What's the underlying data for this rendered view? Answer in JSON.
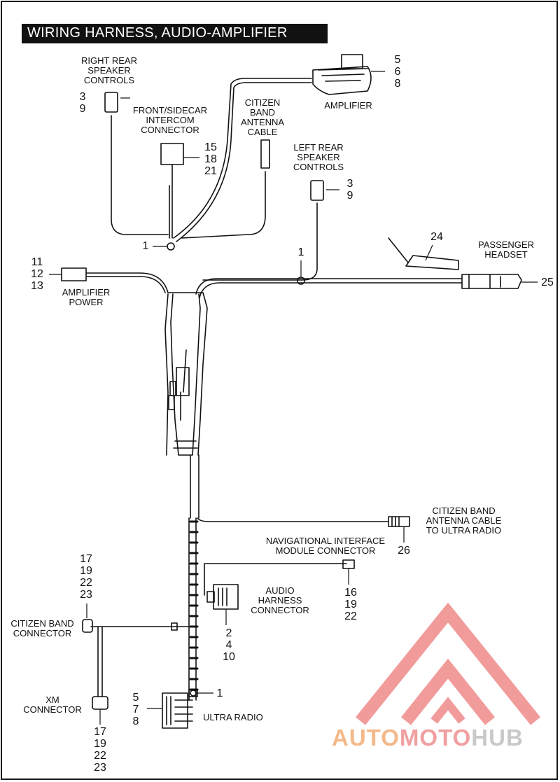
{
  "title": "WIRING HARNESS, AUDIO-AMPLIFIER",
  "labels": {
    "right_rear_speaker": "RIGHT REAR\nSPEAKER\nCONTROLS",
    "front_sidecar": "FRONT/SIDECAR\nINTERCOM\nCONNECTOR",
    "cb_antenna_cable": "CITIZEN\nBAND\nANTENNA\nCABLE",
    "amplifier": "AMPLIFIER",
    "left_rear_speaker": "LEFT REAR\nSPEAKER\nCONTROLS",
    "passenger_headset": "PASSENGER\nHEADSET",
    "amplifier_power": "AMPLIFIER\nPOWER",
    "cb_to_ultra": "CITIZEN BAND\nANTENNA CABLE\nTO ULTRA RADIO",
    "nav_interface": "NAVIGATIONAL INTERFACE\nMODULE CONNECTOR",
    "audio_harness": "AUDIO\nHARNESS\nCONNECTOR",
    "cb_connector": "CITIZEN BAND\nCONNECTOR",
    "xm_connector": "XM\nCONNECTOR",
    "ultra_radio": "ULTRA RADIO"
  },
  "callouts": {
    "amplifier": "5\n6\n8",
    "right_rear": "3\n9",
    "front_sidecar": "15\n18\n21",
    "left_rear": "3\n9",
    "clip_top": "1",
    "clip_right": "1",
    "amp_power": "11\n12\n13",
    "passenger_24": "24",
    "passenger_25": "25",
    "cb_26": "26",
    "nav": "16\n19\n22",
    "audio_harness": "2\n4\n10",
    "cb_connector": "17\n19\n22\n23",
    "xm": "17\n19\n22\n23",
    "ultra_radio": "5\n7\n8",
    "clip_bottom": "1"
  },
  "watermark": {
    "part1": "AUTO",
    "part2": "MOTO",
    "part3": "HUB",
    "colors": {
      "auto": "#f4b98a",
      "moto": "#f0a0a0",
      "hub": "#c9c9c9",
      "logo": "#ef8a8a"
    }
  },
  "colors": {
    "ink": "#111111",
    "background": "#ffffff"
  }
}
